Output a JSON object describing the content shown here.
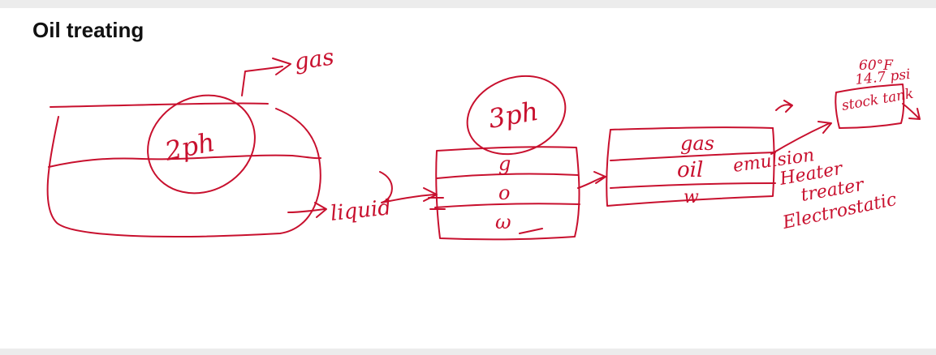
{
  "slide": {
    "title": "Oil treating"
  },
  "ink_color": "#c8102e",
  "annotations": {
    "gas_outlet": "gas",
    "separator_2ph": "2ph",
    "liquid_stream": "liquid",
    "separator_3ph": "3ph",
    "layer_gas_3ph": "g",
    "layer_oil_3ph": "o",
    "layer_water_3ph": "ω",
    "layer_gas_treater": "gas",
    "layer_oil_treater": "oil",
    "emulsion": "emulsion",
    "layer_water_treater": "w",
    "heater": "Heater",
    "heater_treater": "treater",
    "electrostatic": "Electrostatic",
    "stock_tank": "stock tank",
    "std_temperature": "60°F",
    "std_pressure": "14.7 psi"
  }
}
